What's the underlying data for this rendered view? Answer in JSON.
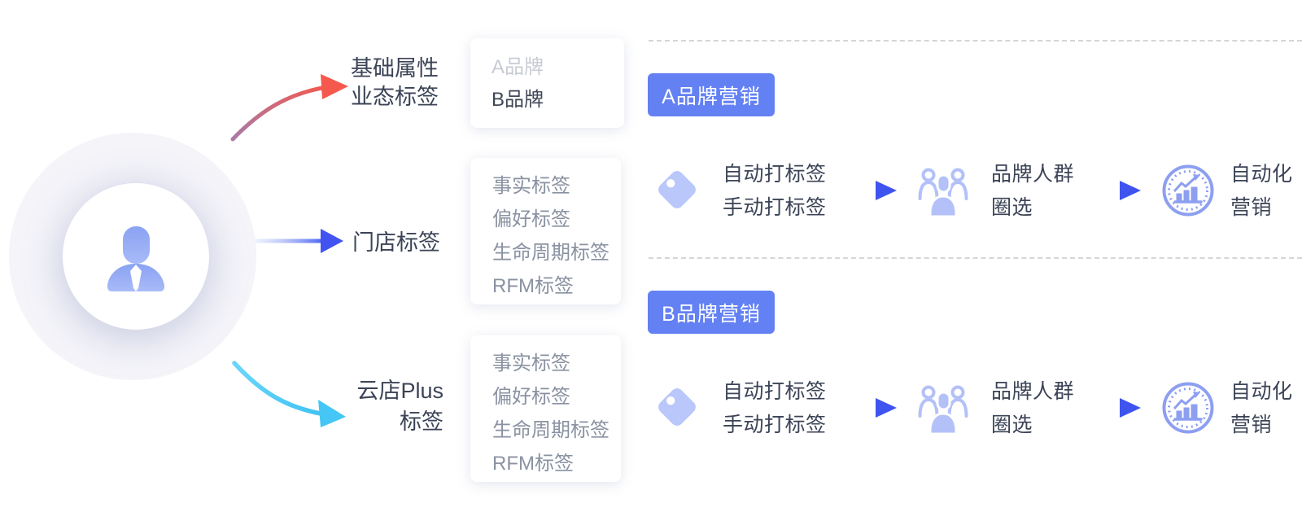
{
  "diagram_title": "customer-tagging-and-brand-marketing-flow",
  "sources": [
    {
      "label_line1": "基础属性",
      "label_line2": "业态标签"
    },
    {
      "label_line1": "门店标签"
    },
    {
      "label_line1": "云店Plus",
      "label_line2": "标签"
    }
  ],
  "brand_box": {
    "item_a": "A品牌",
    "item_b": "B品牌"
  },
  "store_box": {
    "items": [
      "事实标签",
      "偏好标签",
      "生命周期标签",
      "RFM标签"
    ]
  },
  "cloud_box": {
    "items": [
      "事实标签",
      "偏好标签",
      "生命周期标签",
      "RFM标签"
    ]
  },
  "pipelines": [
    {
      "badge": "A品牌营销",
      "tagging_line1": "自动打标签",
      "tagging_line2": "手动打标签",
      "audience_line1": "品牌人群",
      "audience_line2": "圈选",
      "outcome_line1": "自动化",
      "outcome_line2": "营销"
    },
    {
      "badge": "B品牌营销",
      "tagging_line1": "自动打标签",
      "tagging_line2": "手动打标签",
      "audience_line1": "品牌人群",
      "audience_line2": "圈选",
      "outcome_line1": "自动化",
      "outcome_line2": "营销"
    }
  ],
  "icons": {
    "hub": "user-icon",
    "tagging": "tag-icon",
    "audience": "people-group-icon",
    "outcome": "chart-growth-icon",
    "connector": "flow-arrow-icon"
  },
  "colors": {
    "badge_bg": "#6381F3",
    "flow_arrow_blue": "#3F54EF",
    "hub_arrow_red_start": "#AA7AA6",
    "hub_arrow_red_end": "#F5584C",
    "hub_arrow_blue": "#4C66F3",
    "hub_arrow_cyan": "#4FC9F5",
    "icon_periwinkle": "#B3C1F8",
    "tag_icon_fill": "#B9C7FA",
    "chart_icon_stroke": "#8D9FF0",
    "person_fill": "#92A8F4",
    "text_dark": "#3B4356",
    "text_gray": "#8A92A2",
    "text_muted": "#C7CBD4",
    "hub_circle_bg": "#F4F4F9",
    "dashed_line": "#D5D6DA"
  }
}
